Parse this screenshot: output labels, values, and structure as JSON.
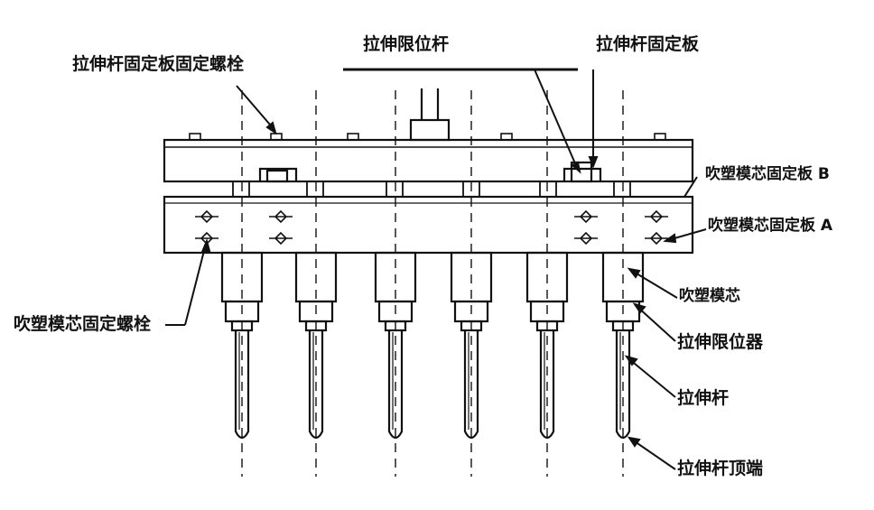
{
  "labels": {
    "stretch_plate_bolt": "拉伸杆固定板固定螺栓",
    "stretch_limit_rod": "拉伸限位杆",
    "stretch_rod_plate": "拉伸杆固定板",
    "core_plate_b": "吹塑模芯固定板 B",
    "core_plate_a": "吹塑模芯固定板 A",
    "core_bolt": "吹塑模芯固定螺栓",
    "blow_core": "吹塑模芯",
    "stretch_limiter": "拉伸限位器",
    "stretch_rod": "拉伸杆",
    "stretch_rod_tip": "拉伸杆顶端"
  },
  "assembly": {
    "core_count": 6,
    "line_color": "#111111",
    "background": "#ffffff"
  }
}
